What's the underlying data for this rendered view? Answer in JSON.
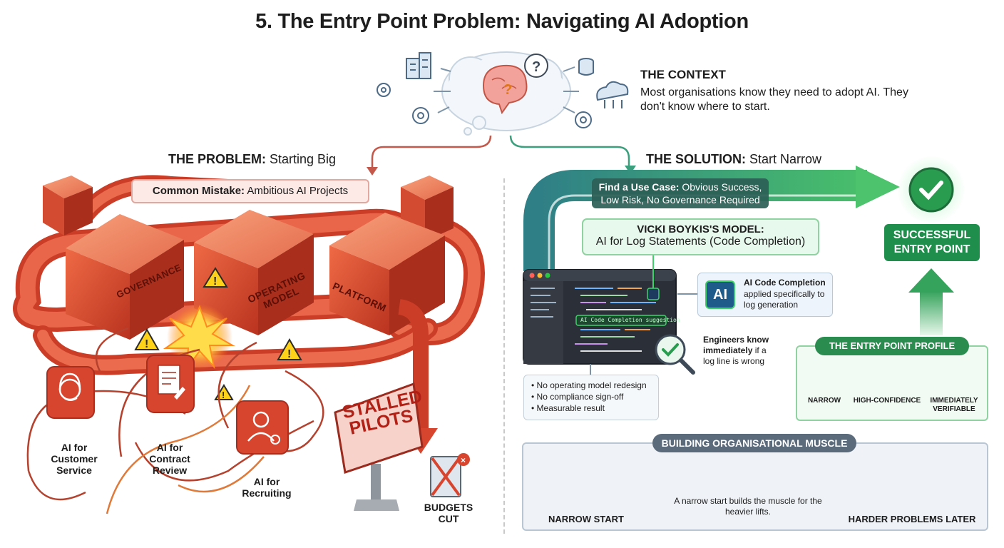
{
  "title": "5. The Entry Point Problem: Navigating AI Adoption",
  "context": {
    "heading": "THE CONTEXT",
    "text": "Most organisations know they need to adopt AI. They don't know where to start."
  },
  "problem": {
    "heading_bold": "THE PROBLEM:",
    "heading_rest": " Starting Big",
    "mistake_bold": "Common Mistake:",
    "mistake_rest": " Ambitious AI Projects",
    "cubes": [
      "GOVERNANCE",
      "OPERATING MODEL",
      "PLATFORM"
    ],
    "projects": [
      "AI for Customer Service",
      "AI for Contract Review",
      "AI for Recruiting"
    ],
    "stalled": "STALLED PILOTS",
    "budgets": "BUDGETS CUT"
  },
  "solution": {
    "heading_bold": "THE SOLUTION:",
    "heading_rest": " Start Narrow",
    "find_bold": "Find a Use Case:",
    "find_rest": " Obvious Success, Low Risk, No Governance Required",
    "vicki_heading": "VICKI BOYKIS'S MODEL:",
    "vicki_sub": "AI for Log Statements (Code Completion)",
    "success": "SUCCESSFUL ENTRY POINT",
    "code_tag": "AI Code Completion suggestion",
    "ai_chip": "AI",
    "ai_code_title": "AI Code Completion",
    "ai_code_desc": "applied specifically to log generation",
    "engineers_bold": "Engineers know immediately",
    "engineers_rest": " if a log line is wrong",
    "bullets": [
      "No operating model redesign",
      "No compliance sign-off",
      "Measurable result"
    ],
    "profile": {
      "title": "THE ENTRY POINT PROFILE",
      "items": [
        "NARROW",
        "HIGH-CONFIDENCE",
        "IMMEDIATELY VERIFIABLE"
      ]
    },
    "muscle": {
      "title": "BUILDING ORGANISATIONAL MUSCLE",
      "caption": "A narrow start builds the muscle for the heavier lifts.",
      "left": "NARROW START",
      "right": "HARDER PROBLEMS LATER"
    }
  },
  "colors": {
    "red_primary": "#d8452f",
    "red_dark": "#a82e1f",
    "green_primary": "#2a8d4f",
    "teal": "#2b5e56",
    "dark_panel": "#2b2f37"
  }
}
